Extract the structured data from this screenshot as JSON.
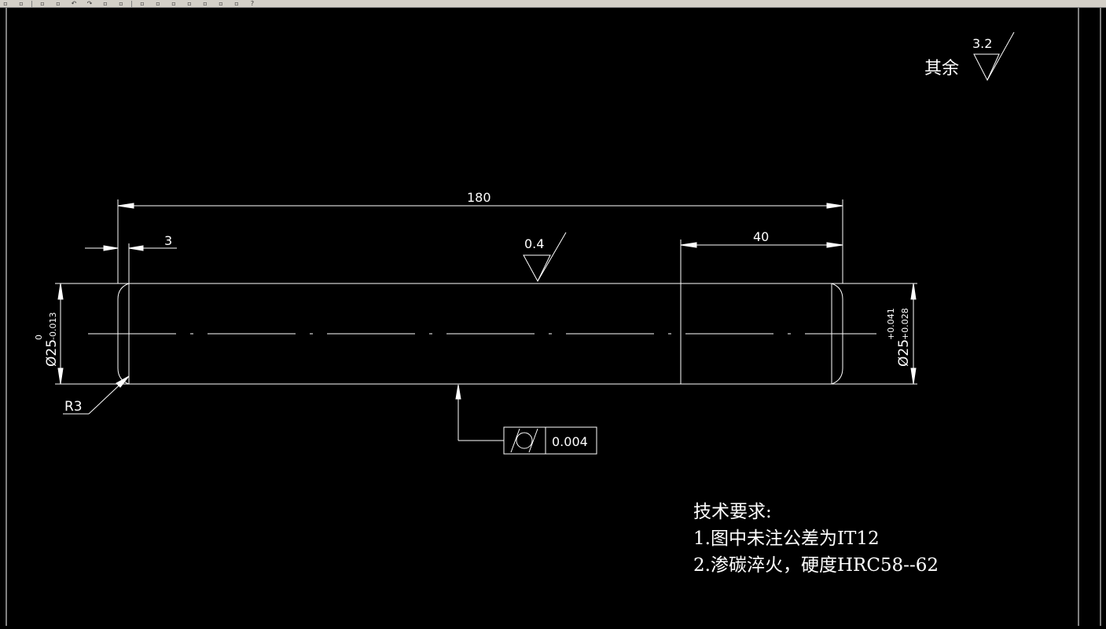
{
  "toolbar": {
    "icons": [
      "new-icon",
      "open-icon",
      "save-icon",
      "print-icon",
      "undo-icon",
      "redo-icon",
      "zoom-window-icon",
      "zoom-realtime-icon",
      "pan-icon",
      "zoom-previous-icon",
      "zoom-extents-icon",
      "properties-icon",
      "design-center-icon",
      "tool-palettes-icon",
      "layer-icon",
      "help-icon"
    ]
  },
  "drawing": {
    "colors": {
      "background": "#000000",
      "lines": "#ffffff"
    },
    "rest_finish": {
      "label": "其余",
      "roughness": "3.2"
    },
    "dim_length": "180",
    "dim_chamfer": "3",
    "dim_right": "40",
    "surface_finish": "0.4",
    "left_dia": {
      "base": "Ø25",
      "upper": "0",
      "lower": "-0.013"
    },
    "right_dia": {
      "base": "Ø25",
      "upper": "+0.041",
      "lower": "+0.028"
    },
    "radius": "R3",
    "tolerance": {
      "symbol": "cylindricity",
      "value": "0.004"
    },
    "notes": {
      "title": "技术要求:",
      "line1": "1.图中未注公差为IT12",
      "line2": "2.渗碳淬火，硬度HRC58--62"
    }
  }
}
